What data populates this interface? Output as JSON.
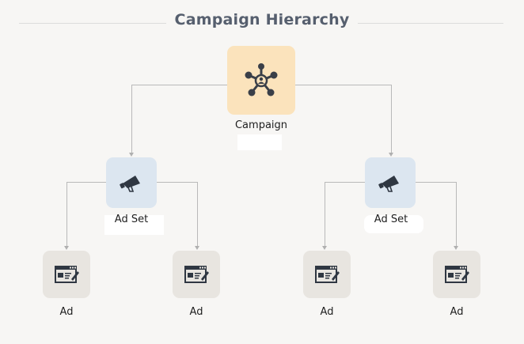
{
  "title": "Campaign Hierarchy",
  "nodes": {
    "campaign": {
      "label": "Campaign",
      "icon": "network-hub-icon",
      "color": "#fbe3bc"
    },
    "ad_sets": [
      {
        "label": "Ad Set",
        "icon": "megaphone-icon",
        "color": "#dce6f0"
      },
      {
        "label": "Ad Set",
        "icon": "megaphone-icon",
        "color": "#dce6f0"
      }
    ],
    "ads": [
      {
        "label": "Ad",
        "icon": "ad-editor-icon",
        "color": "#e8e5e0"
      },
      {
        "label": "Ad",
        "icon": "ad-editor-icon",
        "color": "#e8e5e0"
      },
      {
        "label": "Ad",
        "icon": "ad-editor-icon",
        "color": "#e8e5e0"
      },
      {
        "label": "Ad",
        "icon": "ad-editor-icon",
        "color": "#e8e5e0"
      }
    ]
  }
}
